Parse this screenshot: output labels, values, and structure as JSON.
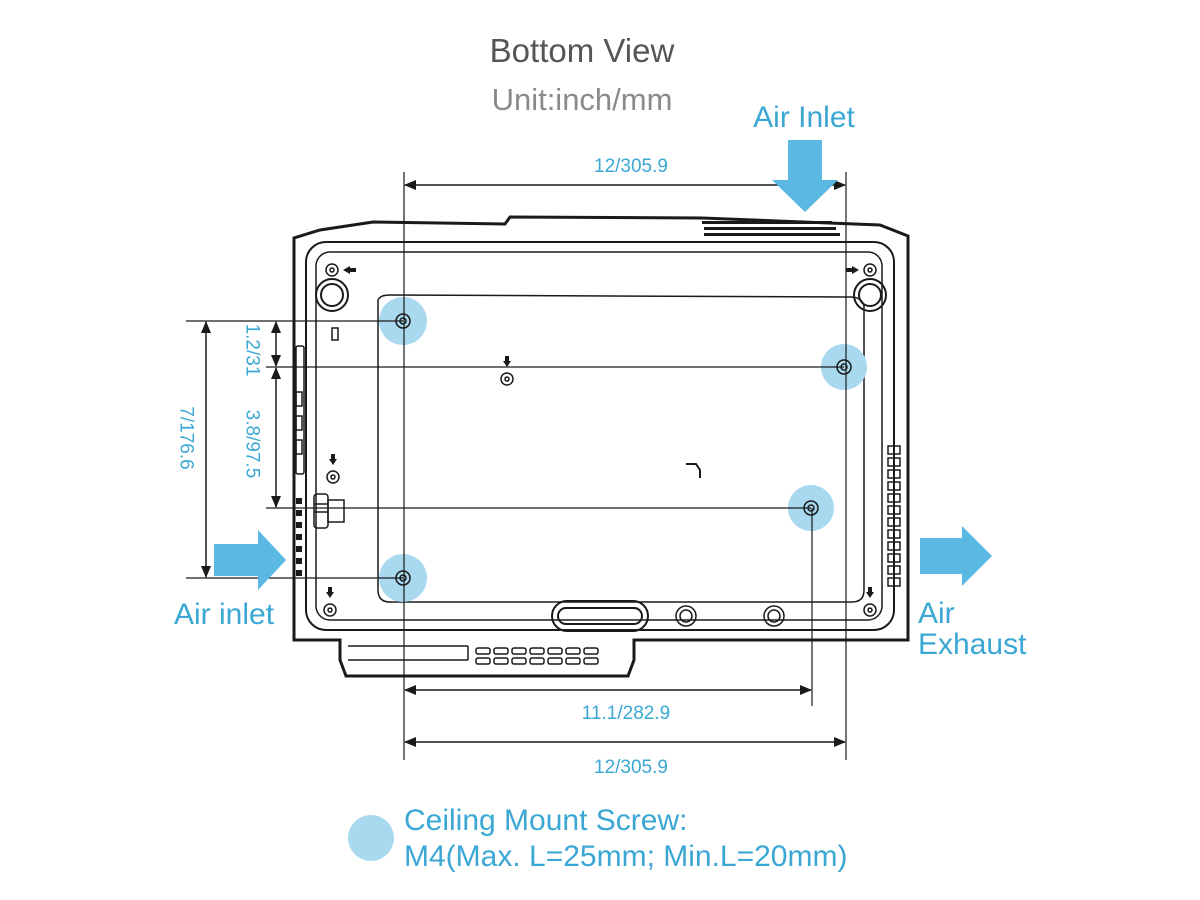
{
  "title": "Bottom View",
  "unit": "Unit:inch/mm",
  "labels": {
    "air_inlet_top": "Air Inlet",
    "air_inlet_left": "Air inlet",
    "air_exhaust": "Air Exhaust"
  },
  "dimensions": {
    "top_width": "12/305.9",
    "mid_width": "11.1/282.9",
    "bottom_width": "12/305.9",
    "v_small": "1.2/31",
    "v_mid": "3.8/97.5",
    "v_large": "7/176.6"
  },
  "legend": {
    "line1": "Ceiling Mount Screw:",
    "line2": "M4(Max. L=25mm; Min.L=20mm)"
  },
  "colors": {
    "accent": "#3aa7d4",
    "mount_highlight": "#a8d9ef",
    "arrow": "#5bb8e2",
    "outline": "#1a1a1a"
  }
}
